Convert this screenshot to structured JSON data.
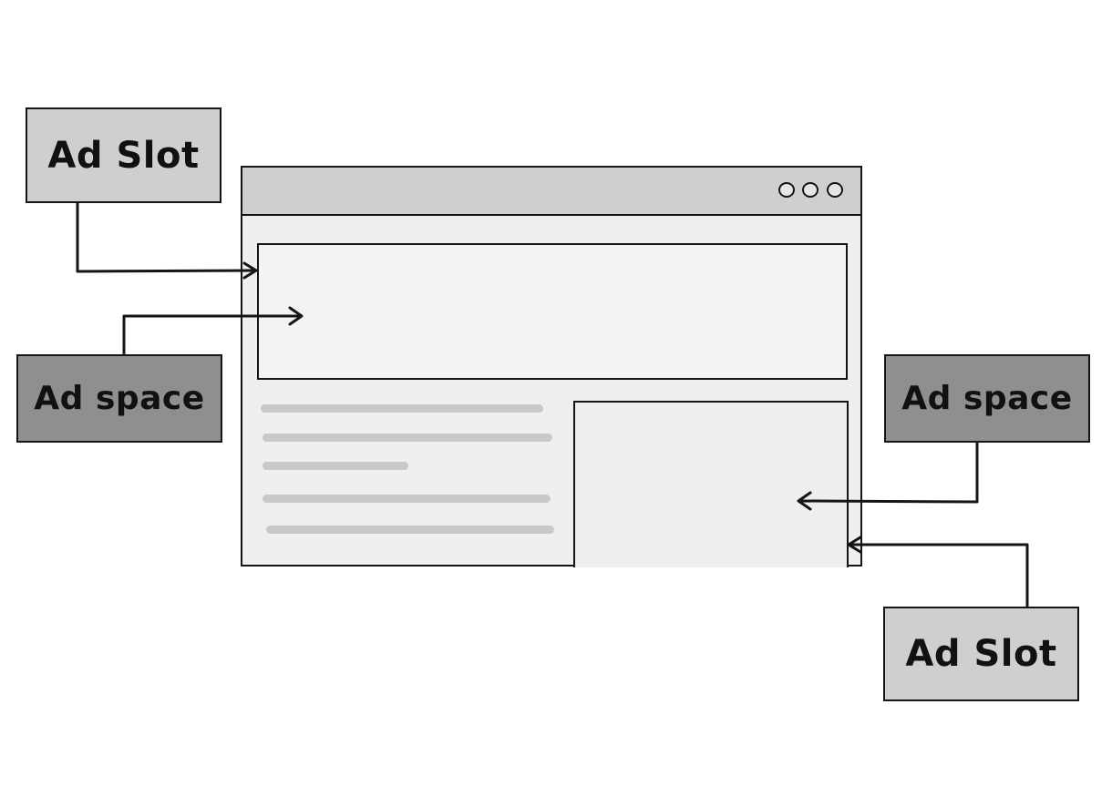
{
  "labels": {
    "slot_top_left": "Ad Slot",
    "space_left": "Ad space",
    "space_right": "Ad space",
    "slot_bottom_right": "Ad Slot"
  },
  "colors": {
    "ink": "#151515",
    "ad_slot_fill": "#cfcfcf",
    "ad_space_fill": "#8f8f8f",
    "title_bar_fill": "#cfcfcf",
    "window_fill": "#efefef",
    "text_line": "#c8c8c8"
  }
}
